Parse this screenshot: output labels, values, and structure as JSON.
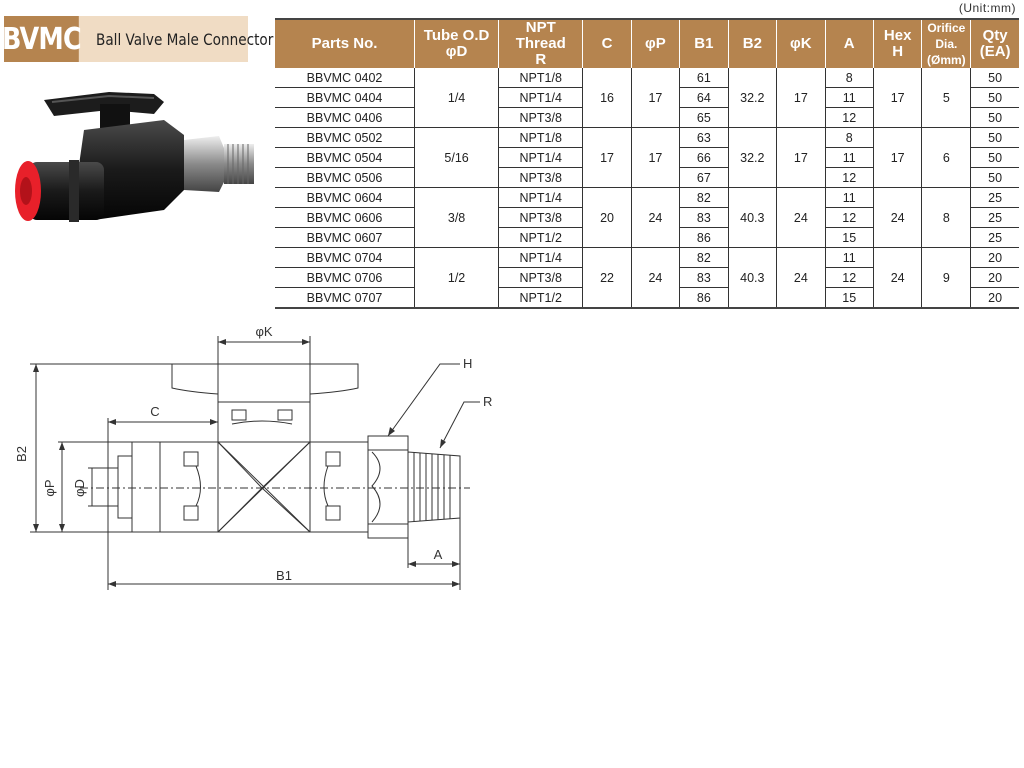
{
  "header": {
    "code": "BVMC",
    "name": "Ball Valve Male Connector",
    "unit_note": "(Unit:mm)"
  },
  "table": {
    "headers": [
      {
        "line1": "Parts No.",
        "line2": ""
      },
      {
        "line1": "Tube O.D",
        "line2": "φD"
      },
      {
        "line1": "NPT Thread",
        "line2": "R"
      },
      {
        "line1": "C",
        "line2": ""
      },
      {
        "line1": "φP",
        "line2": ""
      },
      {
        "line1": "B1",
        "line2": ""
      },
      {
        "line1": "B2",
        "line2": ""
      },
      {
        "line1": "φK",
        "line2": ""
      },
      {
        "line1": "A",
        "line2": ""
      },
      {
        "line1": "Hex",
        "line2": "H"
      },
      {
        "line1": "Orifice Dia.",
        "line2": "(Ømm)"
      },
      {
        "line1": "Qty",
        "line2": "(EA)"
      }
    ],
    "groups": [
      {
        "tube_od": "1/4",
        "c": "16",
        "p": "17",
        "b2": "32.2",
        "k": "17",
        "hex": "17",
        "orifice": "5",
        "rows": [
          {
            "part": "BBVMC 0402",
            "npt": "NPT1/8",
            "b1": "61",
            "a": "8",
            "qty": "50"
          },
          {
            "part": "BBVMC 0404",
            "npt": "NPT1/4",
            "b1": "64",
            "a": "11",
            "qty": "50"
          },
          {
            "part": "BBVMC 0406",
            "npt": "NPT3/8",
            "b1": "65",
            "a": "12",
            "qty": "50"
          }
        ]
      },
      {
        "tube_od": "5/16",
        "c": "17",
        "p": "17",
        "b2": "32.2",
        "k": "17",
        "hex": "17",
        "orifice": "6",
        "rows": [
          {
            "part": "BBVMC 0502",
            "npt": "NPT1/8",
            "b1": "63",
            "a": "8",
            "qty": "50"
          },
          {
            "part": "BBVMC 0504",
            "npt": "NPT1/4",
            "b1": "66",
            "a": "11",
            "qty": "50"
          },
          {
            "part": "BBVMC 0506",
            "npt": "NPT3/8",
            "b1": "67",
            "a": "12",
            "qty": "50"
          }
        ]
      },
      {
        "tube_od": "3/8",
        "c": "20",
        "p": "24",
        "b2": "40.3",
        "k": "24",
        "hex": "24",
        "orifice": "8",
        "rows": [
          {
            "part": "BBVMC 0604",
            "npt": "NPT1/4",
            "b1": "82",
            "a": "11",
            "qty": "25"
          },
          {
            "part": "BBVMC 0606",
            "npt": "NPT3/8",
            "b1": "83",
            "a": "12",
            "qty": "25"
          },
          {
            "part": "BBVMC 0607",
            "npt": "NPT1/2",
            "b1": "86",
            "a": "15",
            "qty": "25"
          }
        ]
      },
      {
        "tube_od": "1/2",
        "c": "22",
        "p": "24",
        "b2": "40.3",
        "k": "24",
        "hex": "24",
        "orifice": "9",
        "rows": [
          {
            "part": "BBVMC 0704",
            "npt": "NPT1/4",
            "b1": "82",
            "a": "11",
            "qty": "20"
          },
          {
            "part": "BBVMC 0706",
            "npt": "NPT3/8",
            "b1": "83",
            "a": "12",
            "qty": "20"
          },
          {
            "part": "BBVMC 0707",
            "npt": "NPT1/2",
            "b1": "86",
            "a": "15",
            "qty": "20"
          }
        ]
      }
    ]
  },
  "drawing_labels": {
    "k": "φK",
    "h": "H",
    "r": "R",
    "c": "C",
    "b2": "B2",
    "p": "φP",
    "d": "φD",
    "a": "A",
    "b1": "B1"
  },
  "colors": {
    "header_bg": "#b5844f",
    "badge_bg": "#f0dcc4",
    "fitting_red": "#e8202a"
  }
}
